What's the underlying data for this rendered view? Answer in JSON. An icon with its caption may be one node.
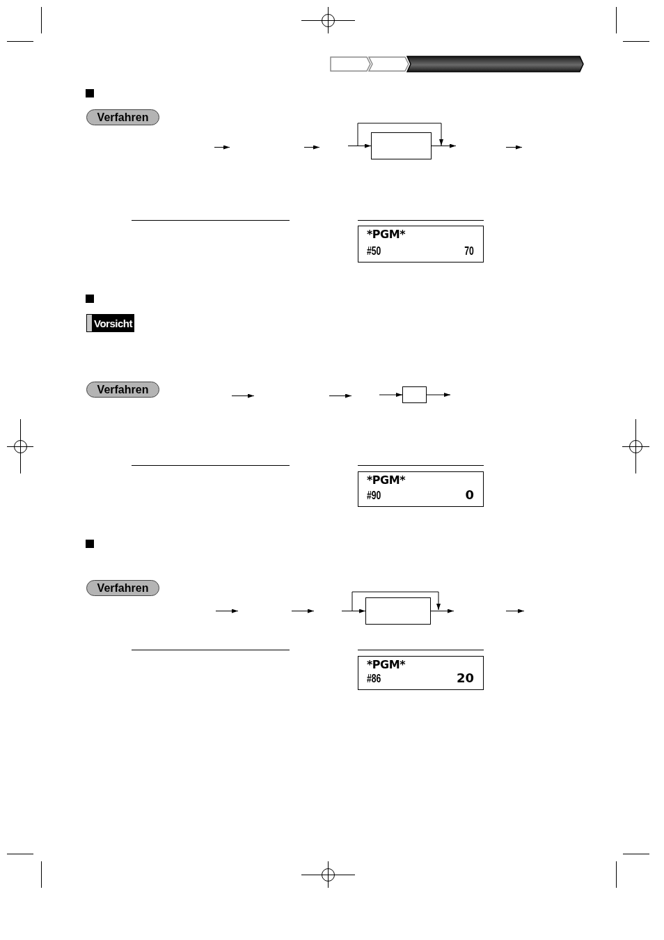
{
  "diagram": {
    "nodes": [
      {
        "text": [
          "Verfahren"
        ]
      },
      {
        "text": [],
        "shape": "box"
      },
      {
        "text": [
          "*PGM*",
          "#50",
          "70"
        ]
      },
      {
        "text": [
          "Vorsicht"
        ]
      },
      {
        "text": [
          "Verfahren"
        ]
      },
      {
        "text": [],
        "shape": "box"
      },
      {
        "text": [
          "*PGM*",
          "#90",
          "0"
        ]
      },
      {
        "text": [
          "Verfahren"
        ]
      },
      {
        "text": [],
        "shape": "box"
      },
      {
        "text": [
          "*PGM*",
          "#86",
          "20"
        ]
      }
    ],
    "edges": [
      {
        "from": null,
        "to": 1,
        "arrow": "to"
      },
      {
        "from": 1,
        "to": null,
        "arrow": "to"
      },
      {
        "from": null,
        "to": 5,
        "arrow": "to"
      },
      {
        "from": 5,
        "to": null,
        "arrow": "to"
      },
      {
        "from": null,
        "to": 8,
        "arrow": "to"
      },
      {
        "from": 8,
        "to": null,
        "arrow": "to"
      }
    ]
  }
}
